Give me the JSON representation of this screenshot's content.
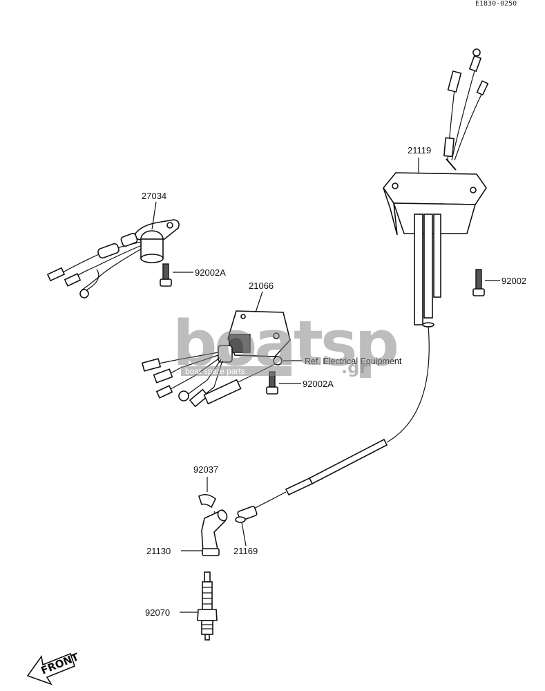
{
  "diagram_code": "E1830-0250",
  "parts": {
    "p21119": "21119",
    "p92002": "92002",
    "p27034": "27034",
    "p92002A_top": "92002A",
    "p21066": "21066",
    "ref_electrical": "Ref. Electrical Equipment",
    "p92002A_mid": "92002A",
    "p92037": "92037",
    "p21130": "21130",
    "p21169": "21169",
    "p92070": "92070"
  },
  "watermark": {
    "brand_main": "boatsp",
    "brand_tagline": "boat spare parts",
    "brand_tld": ".gr"
  },
  "front_arrow_label": "FRONT"
}
